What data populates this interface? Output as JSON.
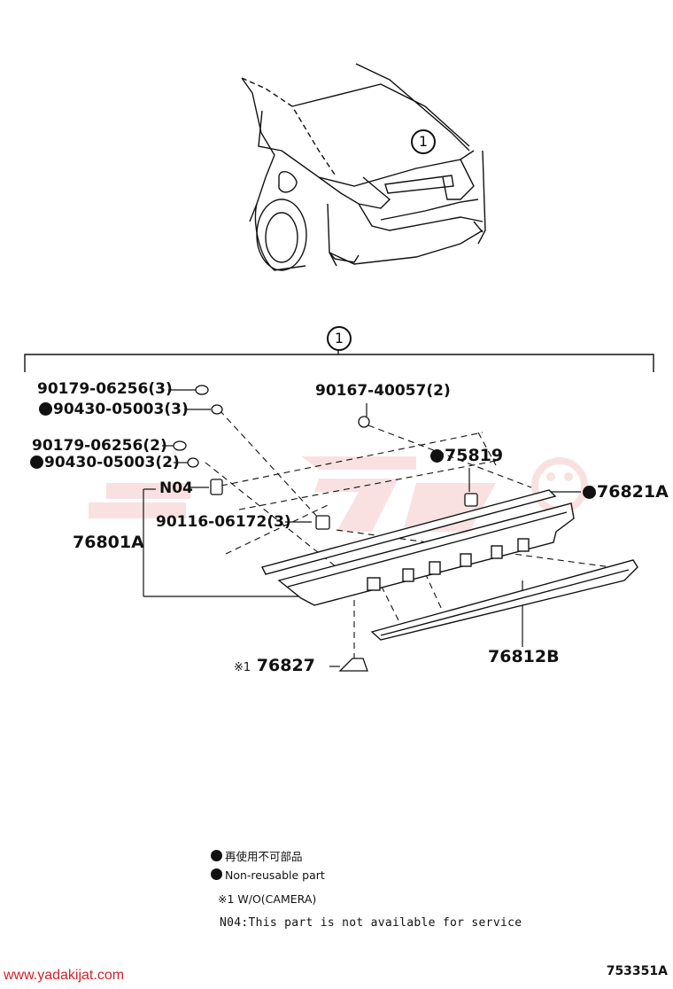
{
  "callout": "1",
  "parts": {
    "p1": "90179-06256(3)",
    "p2": "90430-05003(3)",
    "p3": "90179-06256(2)",
    "p4": "90430-05003(2)",
    "p5": "N04",
    "p6": "90116-06172(3)",
    "p7": "76801A",
    "p8": "90167-40057(2)",
    "p9": "75819",
    "p10": "76821A",
    "p11": "76812B",
    "p12_prefix": "※1",
    "p12": "76827"
  },
  "legend": {
    "jp": "再使用不可部品",
    "en": "Non-reusable part",
    "note1": "※1 W/O(CAMERA)",
    "note2": "N04:This part is not available for service"
  },
  "footer": {
    "url": "www.yadakijat.com",
    "code": "753351A"
  },
  "colors": {
    "ink": "#111111",
    "watermark": "#d4202a"
  },
  "icons": {
    "non_reusable_mark": "filled-circle-icon",
    "callout_mark": "circled-number-icon"
  }
}
